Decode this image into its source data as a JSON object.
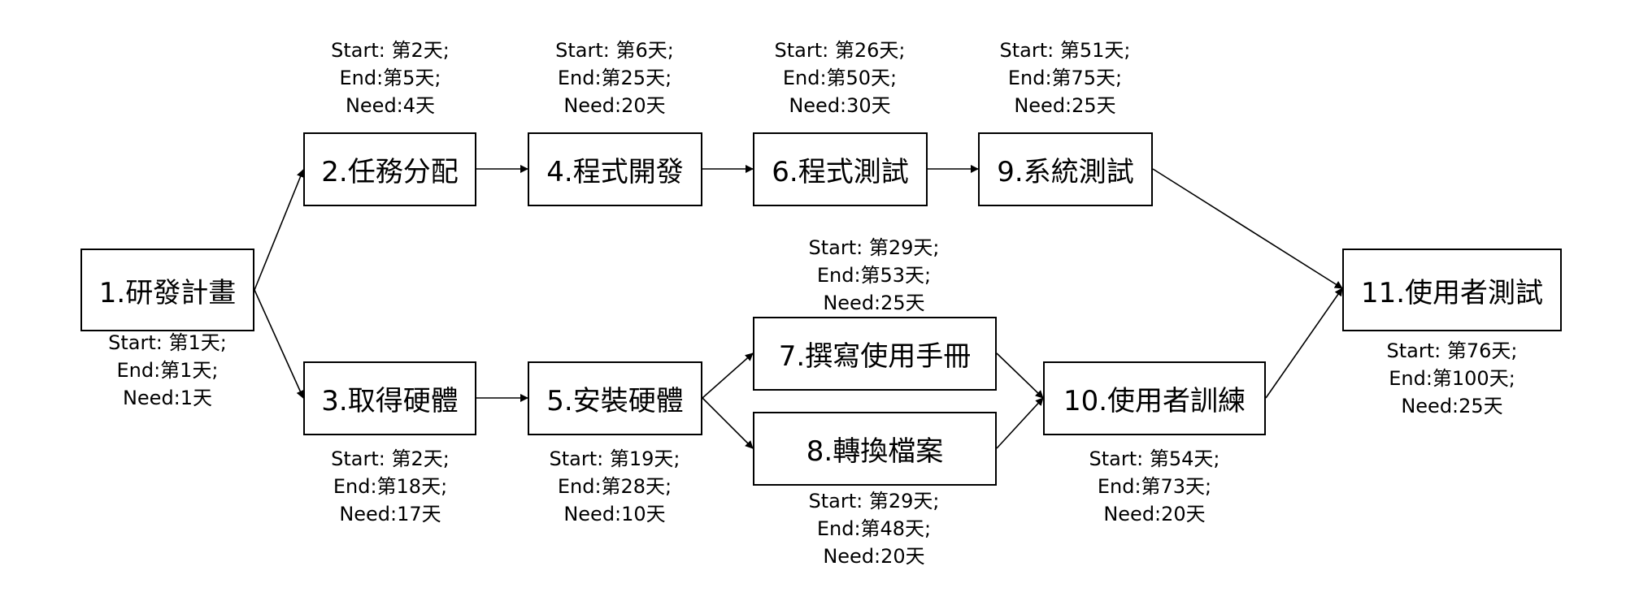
{
  "tasks": {
    "t1": {
      "label": "1.研發計畫",
      "start": "Start: 第1天;",
      "end": "End:第1天;",
      "need": "Need:1天"
    },
    "t2": {
      "label": "2.任務分配",
      "start": "Start: 第2天;",
      "end": "End:第5天;",
      "need": "Need:4天"
    },
    "t3": {
      "label": "3.取得硬體",
      "start": "Start: 第2天;",
      "end": "End:第18天;",
      "need": "Need:17天"
    },
    "t4": {
      "label": "4.程式開發",
      "start": "Start: 第6天;",
      "end": "End:第25天;",
      "need": "Need:20天"
    },
    "t5": {
      "label": "5.安裝硬體",
      "start": "Start: 第19天;",
      "end": "End:第28天;",
      "need": "Need:10天"
    },
    "t6": {
      "label": "6.程式測試",
      "start": "Start: 第26天;",
      "end": "End:第50天;",
      "need": "Need:30天"
    },
    "t7": {
      "label": "7.撰寫使用手冊",
      "start": "Start: 第29天;",
      "end": "End:第53天;",
      "need": "Need:25天"
    },
    "t8": {
      "label": "8.轉換檔案",
      "start": "Start: 第29天;",
      "end": "End:第48天;",
      "need": "Need:20天"
    },
    "t9": {
      "label": "9.系統測試",
      "start": "Start: 第51天;",
      "end": "End:第75天;",
      "need": "Need:25天"
    },
    "t10": {
      "label": "10.使用者訓練",
      "start": "Start: 第54天;",
      "end": "End:第73天;",
      "need": "Need:20天"
    },
    "t11": {
      "label": "11.使用者測試",
      "start": "Start: 第76天;",
      "end": "End:第100天;",
      "need": "Need:25天"
    }
  }
}
